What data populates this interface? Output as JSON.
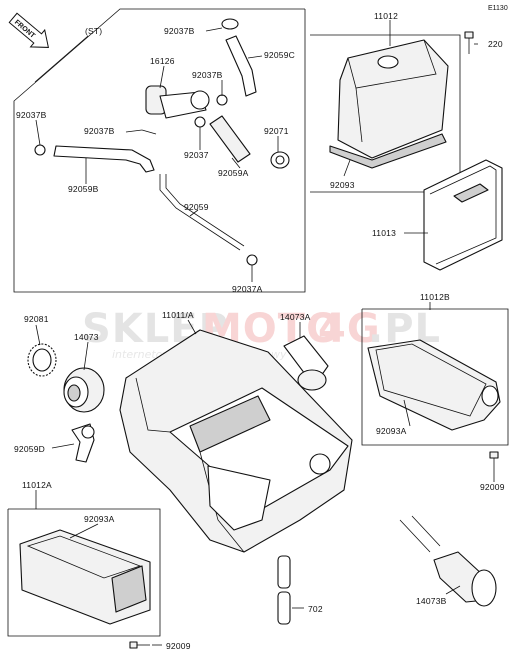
{
  "diagram": {
    "code": "E1130",
    "front_label": "FRONT",
    "set_label": "(ST)",
    "watermark": {
      "brand_a": "SKLEP",
      "brand_b": "MOTO",
      "brand_c": "4G",
      "brand_d": ".PL",
      "tagline": "internetowy sklep motocyklowy"
    },
    "parts": {
      "p92037B_top": "92037B",
      "p92059C": "92059C",
      "p16126": "16126",
      "p92037B_mid": "92037B",
      "p92037B_left": "92037B",
      "p92037B_left2": "92037B",
      "p92037": "92037",
      "p92071": "92071",
      "p92059A": "92059A",
      "p92059B": "92059B",
      "p92059": "92059",
      "p92037A": "92037A",
      "p11012": "11012",
      "p220": "220",
      "p92093": "92093",
      "p11013": "11013",
      "p92081": "92081",
      "p14073": "14073",
      "p11011A": "11011/A",
      "p14073A": "14073A",
      "p11012B": "11012B",
      "p92093A_r": "92093A",
      "p92009_r": "92009",
      "p92059D": "92059D",
      "p11012A": "11012A",
      "p92093A_l": "92093A",
      "p92009_l": "92009",
      "p702": "702",
      "p14073B": "14073B"
    }
  }
}
